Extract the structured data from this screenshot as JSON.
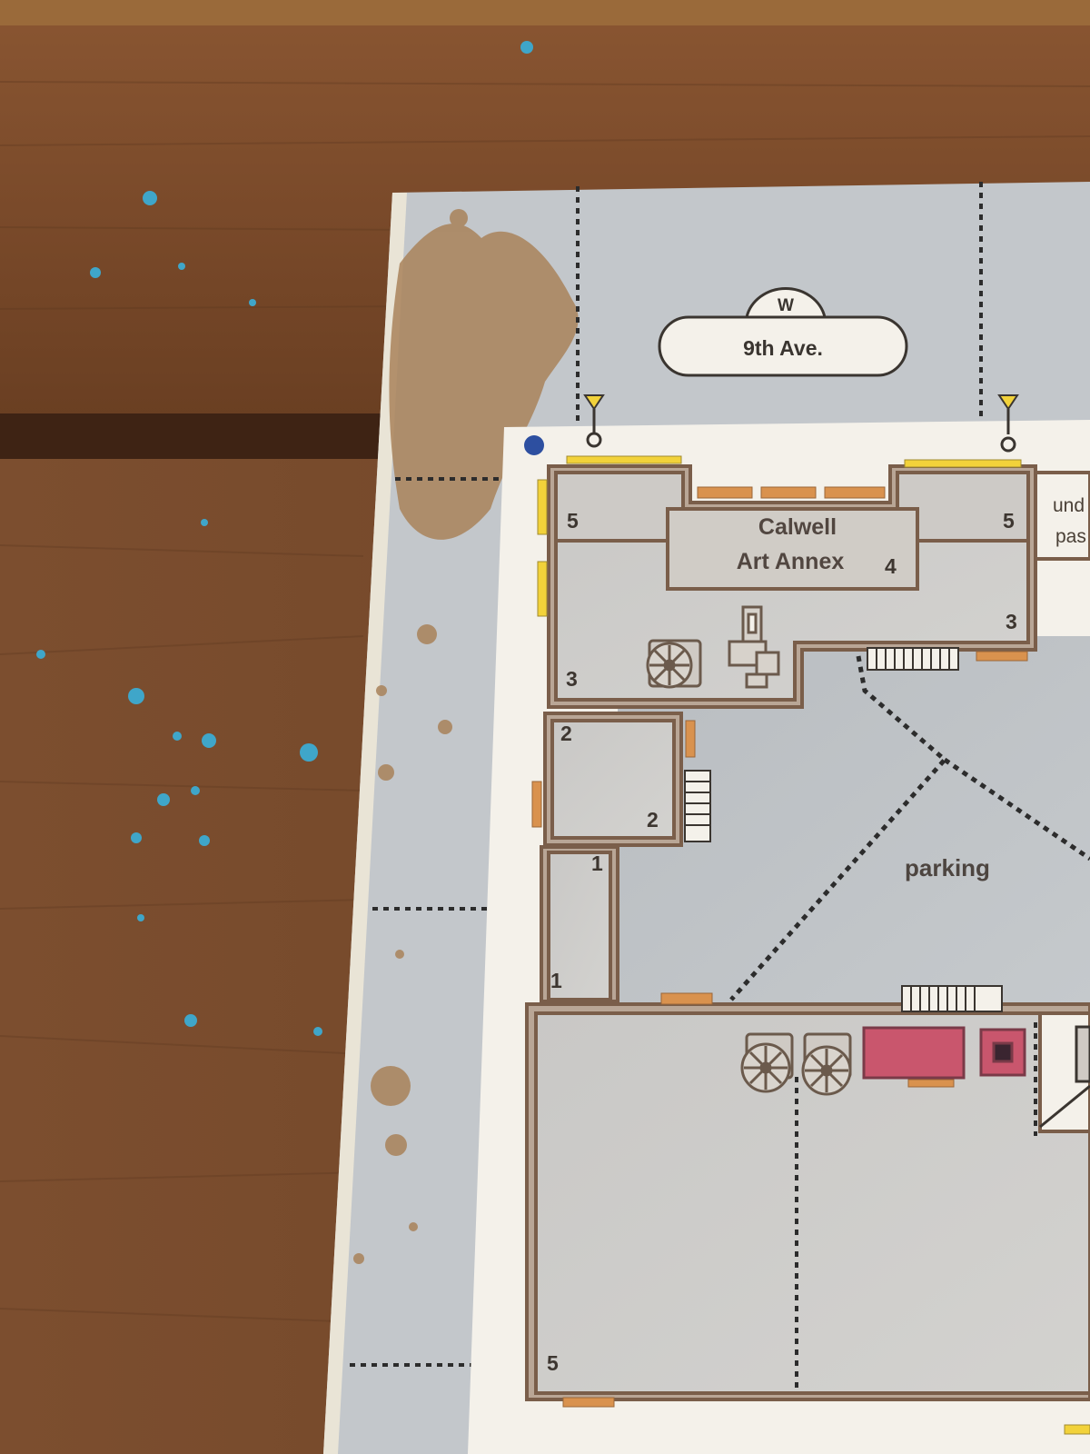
{
  "map": {
    "direction_badge": "W",
    "street_label": "9th Ave.",
    "building_name_line1": "Calwell",
    "building_name_line2": "Art Annex",
    "area_label": "parking",
    "cut_label_line1": "und",
    "cut_label_line2": "pas",
    "room_numbers": {
      "top_left": "5",
      "top_right": "5",
      "annex": "4",
      "right_corridor": "3",
      "left_corridor": "3",
      "small_room_top": "2",
      "small_room_bottom": "2",
      "hall_top": "1",
      "hall_bottom": "1",
      "lower_hall": "5"
    }
  },
  "colors": {
    "wood": "#7a4a2a",
    "paper": "#f4f1ea",
    "street_gray": "#bfc4c8",
    "wall": "#7a5e4a",
    "room_fill": "#c9c6c2",
    "door_orange": "#d9924e",
    "window_yellow": "#f2d23a",
    "equipment_pink": "#c9566d",
    "coffee_stain": "#a9825a"
  }
}
